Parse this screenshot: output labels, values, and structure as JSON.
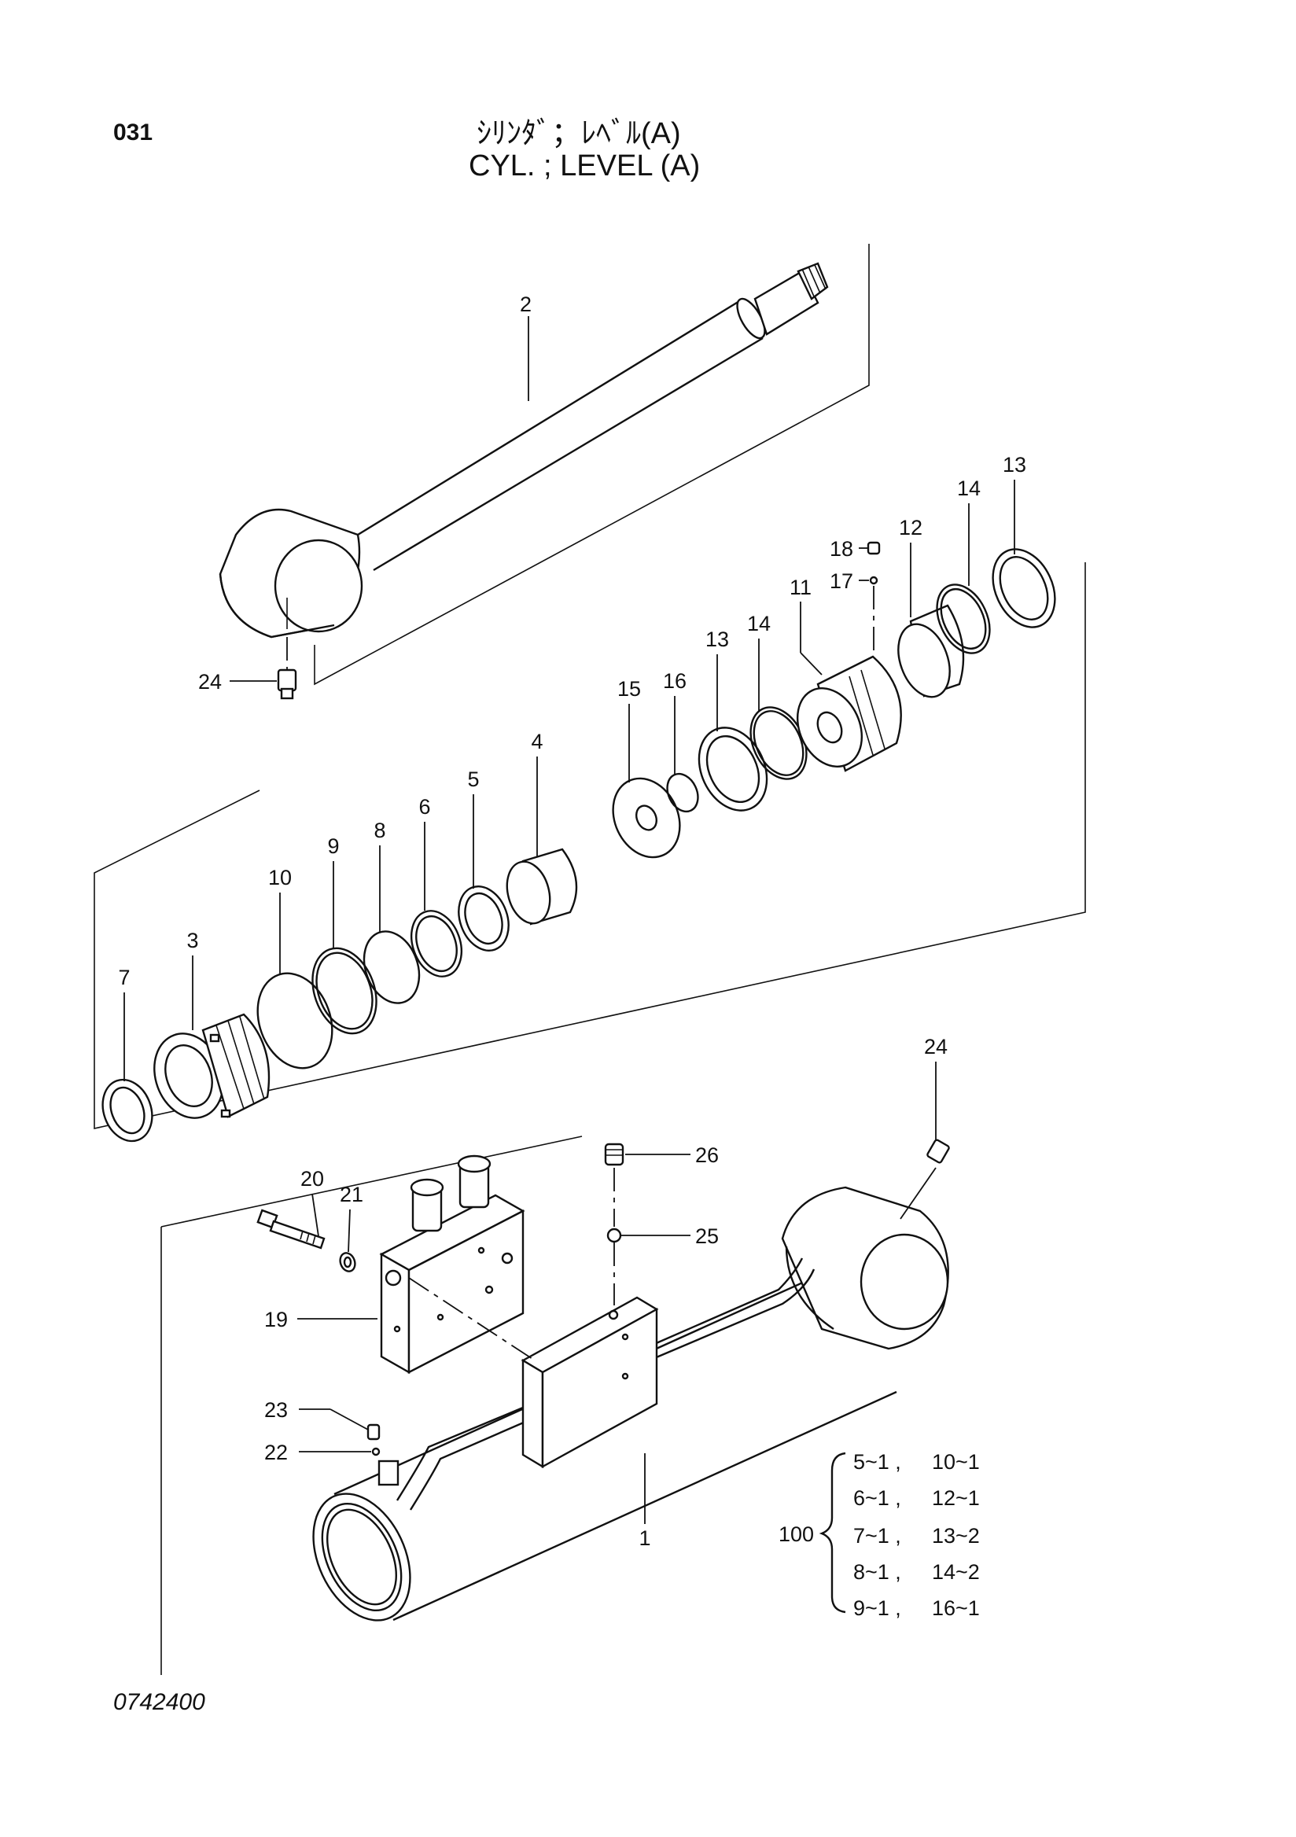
{
  "header": {
    "page_number": "031",
    "title_jp": "ｼﾘﾝﾀﾞ；ﾚﾍﾞﾙ(A)",
    "title_en": "CYL. ; LEVEL (A)"
  },
  "drawing_code": "0742400",
  "callouts": {
    "p1": "1",
    "p2": "2",
    "p3": "3",
    "p4": "4",
    "p5": "5",
    "p6": "6",
    "p7": "7",
    "p8": "8",
    "p9": "9",
    "p10": "10",
    "p11": "11",
    "p12": "12",
    "p13a": "13",
    "p13b": "13",
    "p14a": "14",
    "p14b": "14",
    "p15": "15",
    "p16": "16",
    "p17": "17",
    "p18": "18",
    "p19": "19",
    "p20": "20",
    "p21": "21",
    "p22": "22",
    "p23": "23",
    "p24a": "24",
    "p24b": "24",
    "p25": "25",
    "p26": "26"
  },
  "kit": {
    "number": "100",
    "rows": [
      {
        "left": "5~1 ,",
        "right": "10~1"
      },
      {
        "left": "6~1 ,",
        "right": "12~1"
      },
      {
        "left": "7~1 ,",
        "right": "13~2"
      },
      {
        "left": "8~1 ,",
        "right": "14~2"
      },
      {
        "left": "9~1 ,",
        "right": "16~1"
      }
    ]
  }
}
